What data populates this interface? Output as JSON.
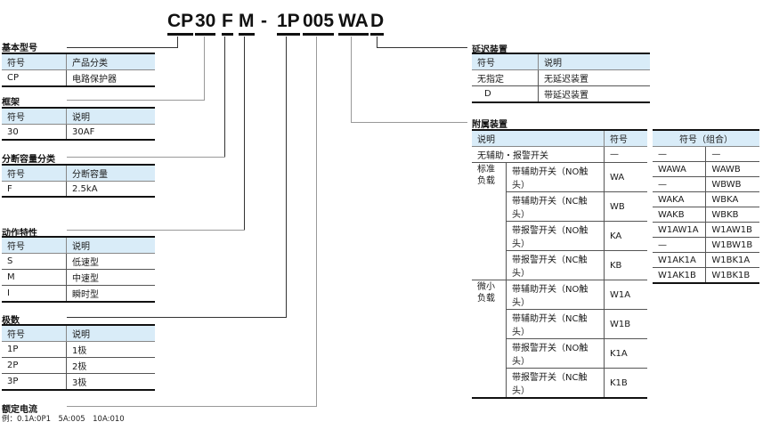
{
  "model_code": {
    "segments": [
      "CP",
      "30",
      "F",
      "M",
      "-",
      "1P",
      "005",
      "WA",
      "D"
    ]
  },
  "sections": {
    "basic_model": {
      "title": "基本型号",
      "headers": [
        "符号",
        "产品分类"
      ],
      "rows": [
        [
          "CP",
          "电路保护器"
        ]
      ]
    },
    "frame": {
      "title": "框架",
      "headers": [
        "符号",
        "说明"
      ],
      "rows": [
        [
          "30",
          "30AF"
        ]
      ]
    },
    "breaking_capacity": {
      "title": "分断容量分类",
      "headers": [
        "符号",
        "分断容量"
      ],
      "rows": [
        [
          "F",
          "2.5kA"
        ]
      ]
    },
    "trip_characteristic": {
      "title": "动作特性",
      "headers": [
        "符号",
        "说明"
      ],
      "rows": [
        [
          "S",
          "低速型"
        ],
        [
          "M",
          "中速型"
        ],
        [
          "I",
          "瞬时型"
        ]
      ]
    },
    "poles": {
      "title": "极数",
      "headers": [
        "符号",
        "说明"
      ],
      "rows": [
        [
          "1P",
          "1极"
        ],
        [
          "2P",
          "2极"
        ],
        [
          "3P",
          "3极"
        ]
      ]
    },
    "rated_current": {
      "title": "额定电流",
      "example": "例：0.1A:0P1　5A:005　10A:010"
    },
    "delay_device": {
      "title": "延迟装置",
      "headers": [
        "符号",
        "说明"
      ],
      "rows": [
        [
          "无指定",
          "无延迟装置"
        ],
        [
          "D",
          "带延迟装置"
        ]
      ]
    },
    "accessory": {
      "title": "附属装置",
      "headers": [
        "说明",
        "符号"
      ],
      "combo_header": "符号（组合）",
      "none_row": {
        "label": "无辅助・报警开关",
        "symbol": "—",
        "combo": [
          "—",
          "—"
        ]
      },
      "groups": [
        {
          "label": "标准\n负载",
          "rows": [
            {
              "desc": "带辅助开关（NO触头）",
              "symbol": "WA",
              "combo": [
                "WAWA",
                "WAWB"
              ]
            },
            {
              "desc": "带辅助开关（NC触头）",
              "symbol": "WB",
              "combo": [
                "—",
                "WBWB"
              ]
            },
            {
              "desc": "带报警开关（NO触头）",
              "symbol": "KA",
              "combo": [
                "WAKA",
                "WBKA"
              ]
            },
            {
              "desc": "带报警开关（NC触头）",
              "symbol": "KB",
              "combo": [
                "WAKB",
                "WBKB"
              ]
            }
          ]
        },
        {
          "label": "微小\n负载",
          "rows": [
            {
              "desc": "带辅助开关（NO触头）",
              "symbol": "W1A",
              "combo": [
                "W1AW1A",
                "W1AW1B"
              ]
            },
            {
              "desc": "带辅助开关（NC触头）",
              "symbol": "W1B",
              "combo": [
                "—",
                "W1BW1B"
              ]
            },
            {
              "desc": "带报警开关（NO触头）",
              "symbol": "K1A",
              "combo": [
                "W1AK1A",
                "W1BK1A"
              ]
            },
            {
              "desc": "带报警开关（NC触头）",
              "symbol": "K1B",
              "combo": [
                "W1AK1B",
                "W1BK1B"
              ]
            }
          ]
        }
      ]
    }
  }
}
